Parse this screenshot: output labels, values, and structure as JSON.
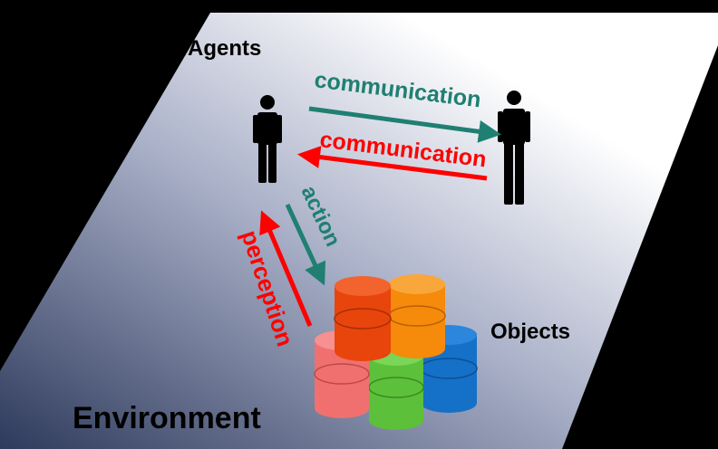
{
  "labels": {
    "agents": "Agents",
    "objects": "Objects",
    "environment": "Environment",
    "communication_top": "communication",
    "communication_bottom": "communication",
    "action": "action",
    "perception": "perception"
  },
  "colors": {
    "background": "#000000",
    "plane_light": "#ffffff",
    "plane_dark": "#3c4a6c",
    "teal_arrow": "#1f7f72",
    "red_arrow": "#ff0000",
    "agent_figure": "#000000",
    "cylinder_red_top": "#e8450c",
    "cylinder_orange": "#f58a0b",
    "cylinder_pink": "#f07070",
    "cylinder_green": "#5cc03a",
    "cylinder_blue": "#1570c8"
  }
}
